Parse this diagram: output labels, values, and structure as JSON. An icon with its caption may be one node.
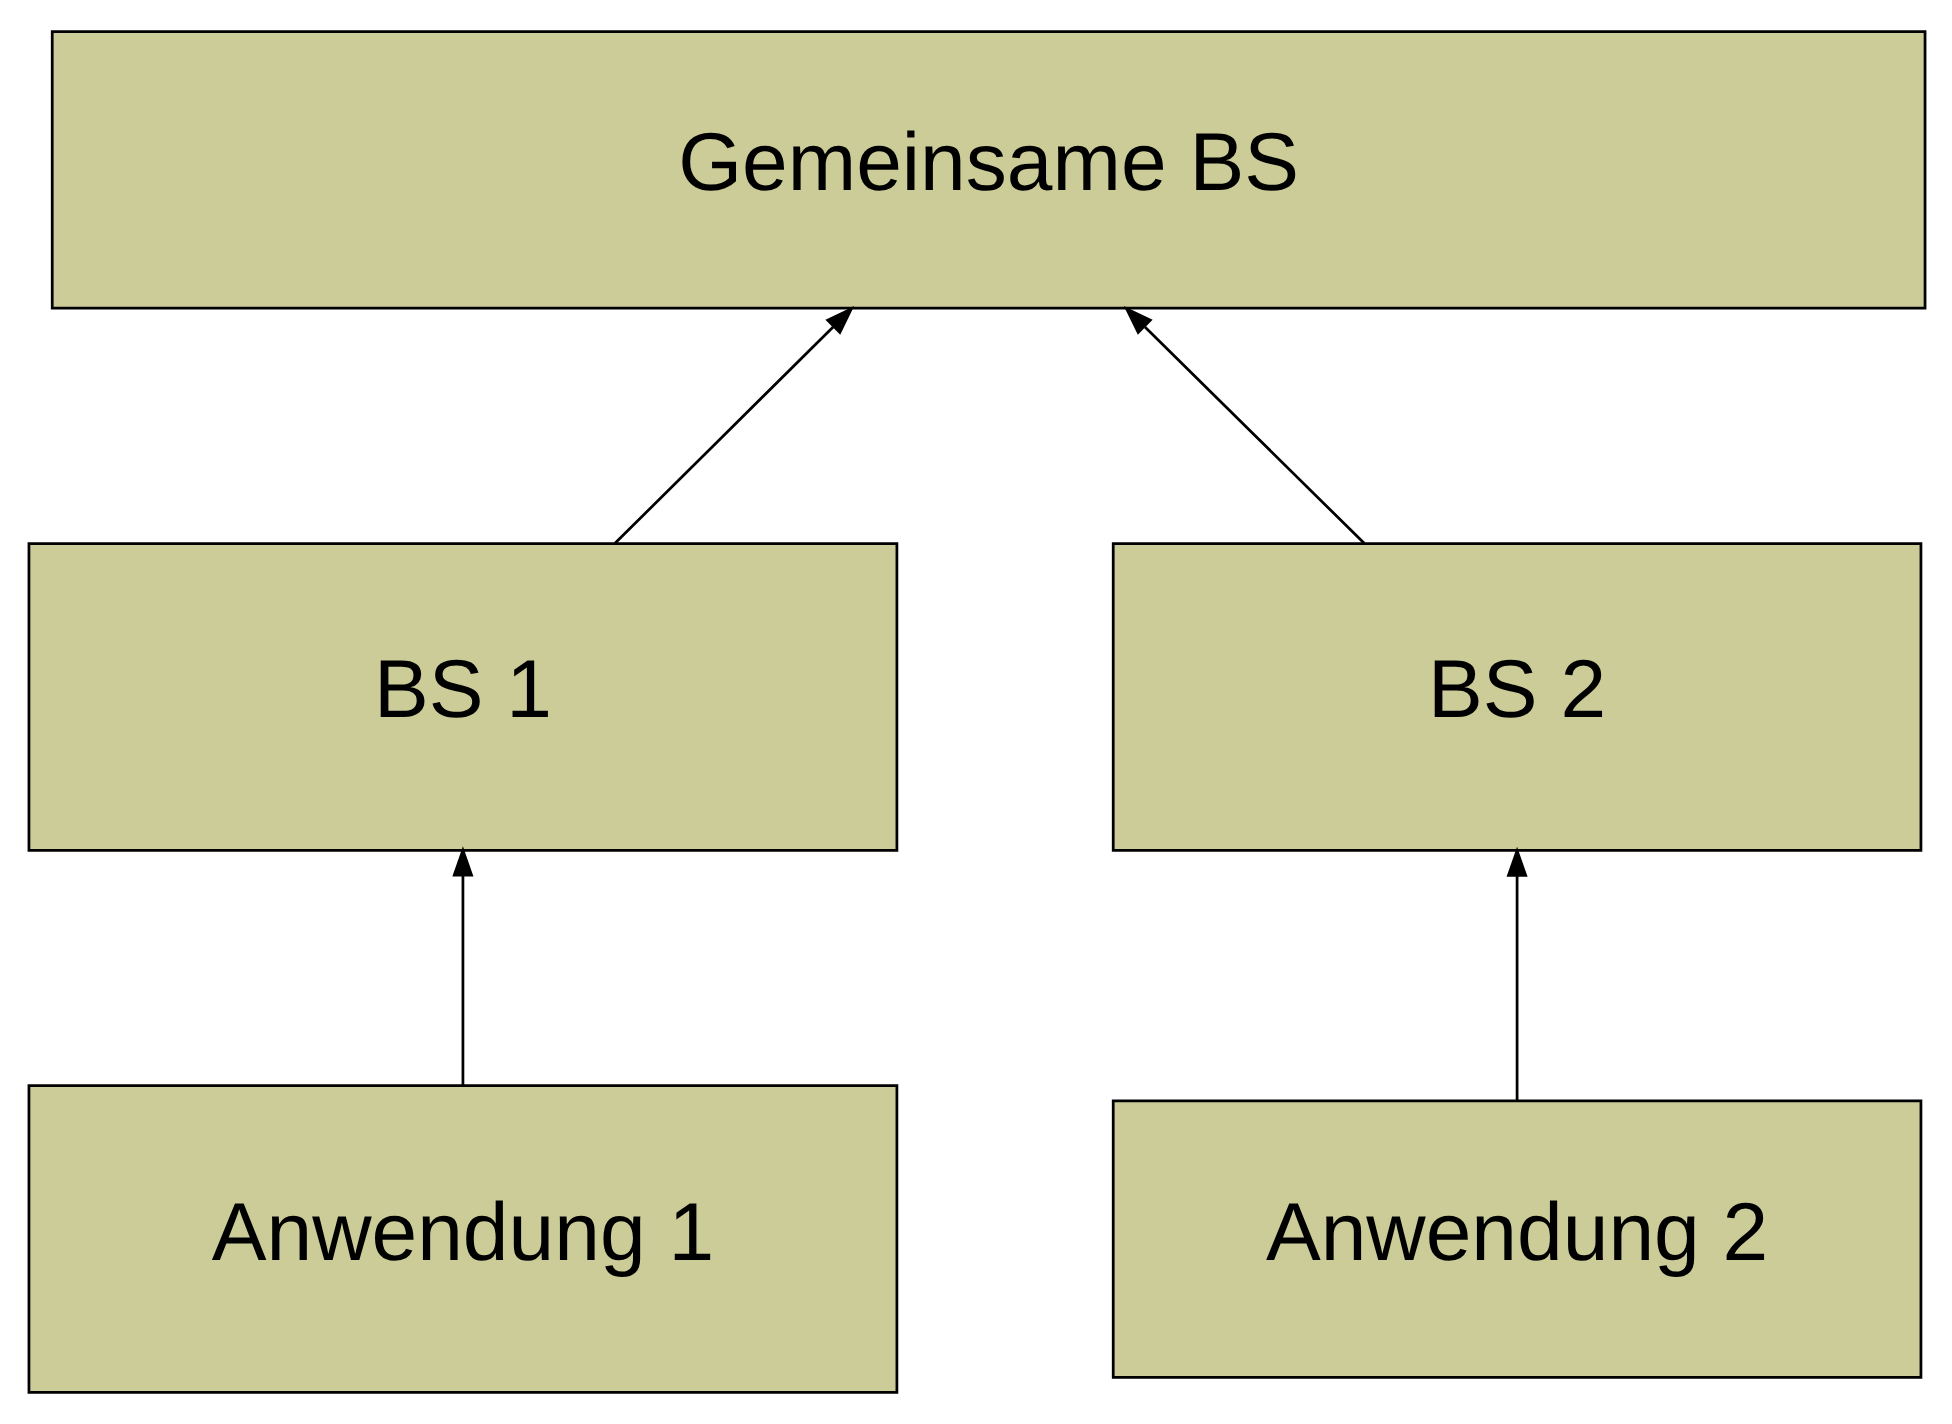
{
  "diagram": {
    "nodes": [
      {
        "text": [
          "Gemeinsame BS"
        ]
      },
      {
        "text": [
          "BS 1"
        ]
      },
      {
        "text": [
          "BS 2"
        ]
      },
      {
        "text": [
          "Anwendung 1"
        ]
      },
      {
        "text": [
          "Anwendung 2"
        ]
      }
    ],
    "edges": [
      {
        "from": 1,
        "to": 0,
        "arrow": "to"
      },
      {
        "from": 2,
        "to": 0,
        "arrow": "to"
      },
      {
        "from": 3,
        "to": 1,
        "arrow": "to"
      },
      {
        "from": 4,
        "to": 2,
        "arrow": "to"
      }
    ]
  }
}
